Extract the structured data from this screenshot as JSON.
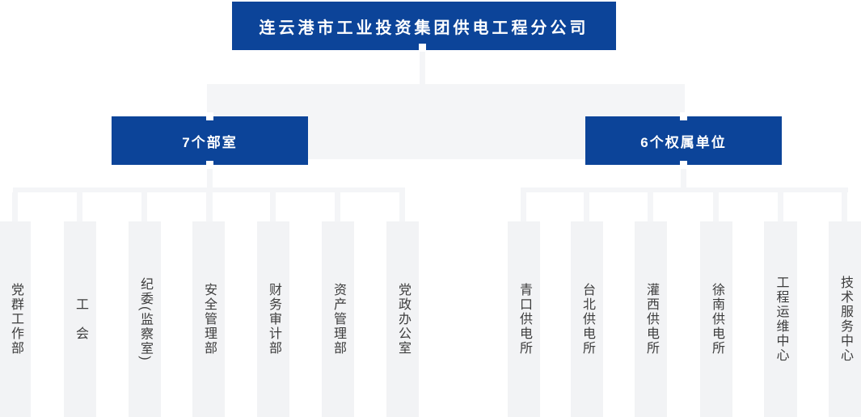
{
  "title": "连云港市工业投资集团供电工程分公司",
  "groups": [
    {
      "label": "7个部室",
      "children": [
        "党群工作部",
        "工　会",
        "纪委(监察室)",
        "安全管理部",
        "财务审计部",
        "资产管理部",
        "党政办公室"
      ]
    },
    {
      "label": "6个权属单位",
      "children": [
        "青口供电所",
        "台北供电所",
        "灌西供电所",
        "徐南供电所",
        "工程运维中心",
        "技术服务中心"
      ]
    }
  ],
  "colors": {
    "primary_blue": "#0c4499",
    "connector_gray": "#f4f5f7",
    "bar_gray": "#f2f3f5",
    "bar_text": "#3d3d3d"
  }
}
